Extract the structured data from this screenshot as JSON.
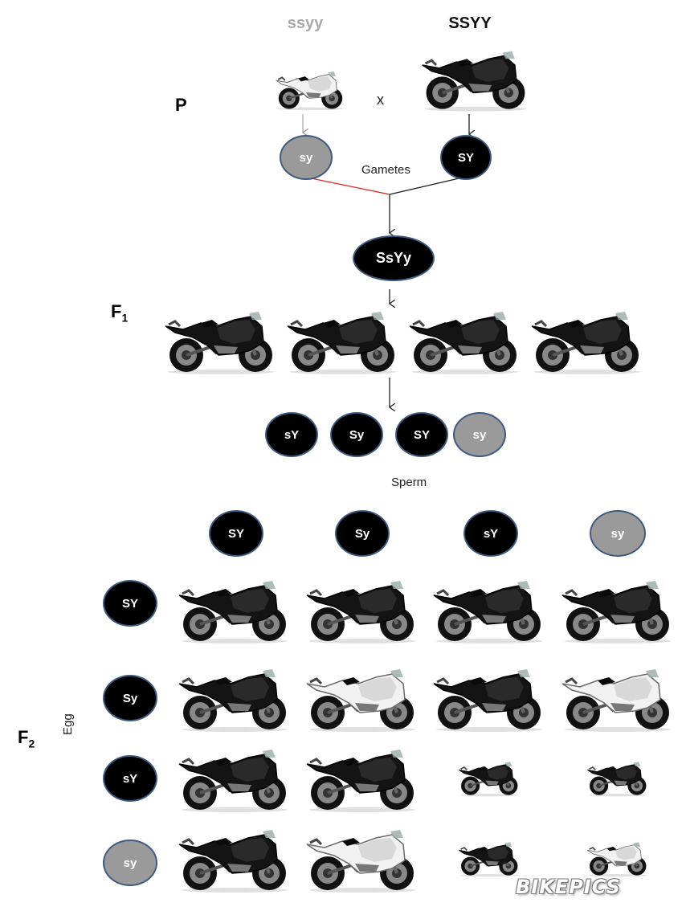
{
  "parents": {
    "left_genotype": "ssyy",
    "right_genotype": "SSYY",
    "cross_symbol": "x",
    "generation_label": "P"
  },
  "gametes": {
    "label": "Gametes",
    "left": "sy",
    "right": "SY"
  },
  "f1": {
    "generation": "F",
    "subscript": "1",
    "genotype": "SsYy",
    "bike_count": 4,
    "gametes": [
      {
        "label": "sY",
        "tone": "dark"
      },
      {
        "label": "Sy",
        "tone": "dark"
      },
      {
        "label": "SY",
        "tone": "dark"
      },
      {
        "label": "sy",
        "tone": "light"
      }
    ]
  },
  "punnett": {
    "sperm_label": "Sperm",
    "egg_label": "Egg",
    "generation": "F",
    "subscript": "2",
    "sperm": [
      {
        "label": "SY",
        "tone": "dark"
      },
      {
        "label": "Sy",
        "tone": "dark"
      },
      {
        "label": "sY",
        "tone": "dark"
      },
      {
        "label": "sy",
        "tone": "light"
      }
    ],
    "eggs": [
      {
        "label": "SY",
        "tone": "dark"
      },
      {
        "label": "Sy",
        "tone": "dark"
      },
      {
        "label": "sY",
        "tone": "dark"
      },
      {
        "label": "sy",
        "tone": "light"
      }
    ],
    "cells": [
      [
        {
          "color": "black",
          "size": "large"
        },
        {
          "color": "black",
          "size": "large"
        },
        {
          "color": "black",
          "size": "large"
        },
        {
          "color": "black",
          "size": "large"
        }
      ],
      [
        {
          "color": "black",
          "size": "large"
        },
        {
          "color": "white",
          "size": "large"
        },
        {
          "color": "black",
          "size": "large"
        },
        {
          "color": "white",
          "size": "large"
        }
      ],
      [
        {
          "color": "black",
          "size": "large"
        },
        {
          "color": "black",
          "size": "large"
        },
        {
          "color": "black",
          "size": "small"
        },
        {
          "color": "black",
          "size": "small"
        }
      ],
      [
        {
          "color": "black",
          "size": "large"
        },
        {
          "color": "white",
          "size": "large"
        },
        {
          "color": "black",
          "size": "small"
        },
        {
          "color": "white",
          "size": "small"
        }
      ]
    ]
  },
  "watermark": "BIKEPICS",
  "colors": {
    "dark_oval": "#000000",
    "light_oval": "#9a9a9a",
    "oval_border": "#3d5a80",
    "light_genotype_text": "#a8a8a8",
    "red_line": "#e02020"
  }
}
